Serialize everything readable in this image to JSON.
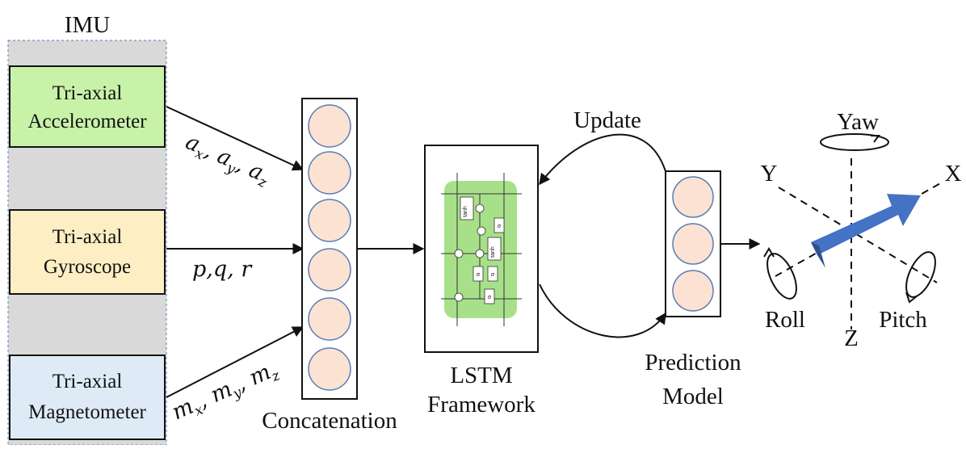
{
  "imu": {
    "title": "IMU",
    "sensors": [
      {
        "line1": "Tri-axial",
        "line2": "Accelerometer",
        "signal": "a_x, a_y, a_z",
        "color": "#c9f2a9"
      },
      {
        "line1": "Tri-axial",
        "line2": "Gyroscope",
        "signal": "p,q, r",
        "color": "#fdeec3"
      },
      {
        "line1": "Tri-axial",
        "line2": "Magnetometer",
        "signal": "m_x, m_y, m_z",
        "color": "#deebf7"
      }
    ]
  },
  "concatenation": {
    "label": "Concatenation",
    "node_count": 6
  },
  "lstm": {
    "line1": "LSTM",
    "line2": "Framework",
    "gate_labels": [
      "tanh",
      "σ",
      "tanh",
      "σ",
      "σ",
      "σ"
    ]
  },
  "prediction": {
    "line1": "Prediction",
    "line2": "Model",
    "node_count": 3
  },
  "update": {
    "label": "Update"
  },
  "axes": {
    "yaw": "Yaw",
    "roll": "Roll",
    "pitch": "Pitch",
    "x": "X",
    "y": "Y",
    "z": "Z"
  },
  "colors": {
    "node_fill": "#fbe2d2",
    "node_stroke": "#5b7db5",
    "lstm_cell": "#a8e08a",
    "imu_panel": "#d9d9d9",
    "arrow_blue": "#4472c4"
  }
}
